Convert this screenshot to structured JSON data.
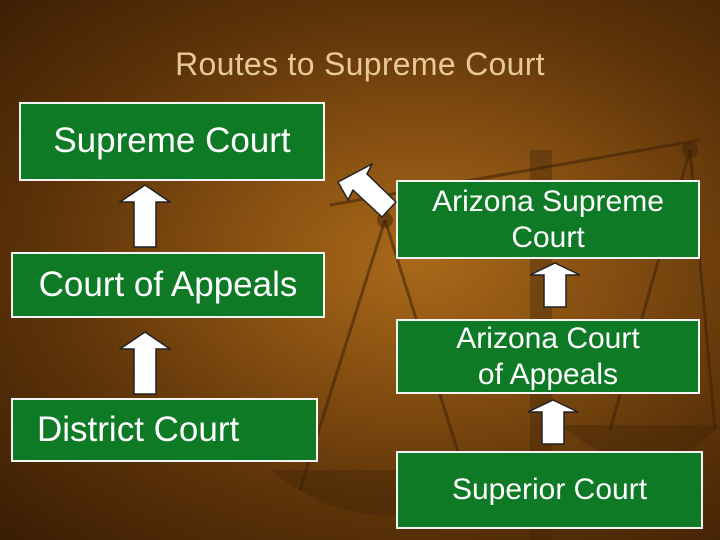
{
  "title": "Routes to Supreme Court",
  "federal": {
    "supreme": "Supreme Court",
    "appeals": "Court of Appeals",
    "district": "District Court"
  },
  "state": {
    "supreme": "Arizona Supreme\n Court",
    "appeals": "Arizona Court\n of Appeals",
    "superior": "Superior Court"
  },
  "colors": {
    "box_fill": "#0f7a25",
    "box_border": "#f4f4f4",
    "title_text": "#e8c897",
    "arrow_fill": "#ffffff"
  }
}
